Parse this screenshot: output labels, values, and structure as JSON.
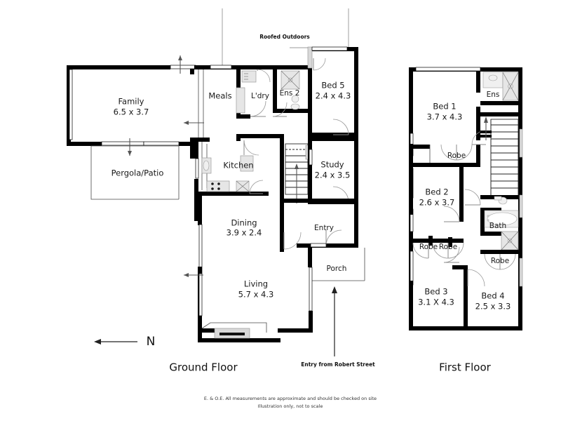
{
  "document": {
    "type": "real-estate-floor-plan",
    "disclaimer_line1": "E. & O.E. All measurements are approximate and should be checked on site",
    "disclaimer_line2": "Illustration only, not to scale",
    "compass_label": "N",
    "compass_direction": "left"
  },
  "annotations": {
    "roofed_outdoors": "Roofed Outdoors",
    "entry_from_street": "Entry from Robert Street"
  },
  "floors": [
    {
      "id": "ground-floor",
      "title": "Ground Floor",
      "rooms": [
        {
          "id": "family",
          "name": "Family",
          "dimensions": "6.5 x 3.7"
        },
        {
          "id": "pergola-patio",
          "name": "Pergola/Patio",
          "dimensions": ""
        },
        {
          "id": "meals",
          "name": "Meals",
          "dimensions": ""
        },
        {
          "id": "laundry",
          "name": "L'dry",
          "dimensions": ""
        },
        {
          "id": "ensuite-2",
          "name": "Ens 2",
          "dimensions": ""
        },
        {
          "id": "bed-5",
          "name": "Bed 5",
          "dimensions": "2.4 x 4.3"
        },
        {
          "id": "kitchen",
          "name": "Kitchen",
          "dimensions": ""
        },
        {
          "id": "study",
          "name": "Study",
          "dimensions": "2.4 x 3.5"
        },
        {
          "id": "dining",
          "name": "Dining",
          "dimensions": "3.9 x 2.4"
        },
        {
          "id": "entry",
          "name": "Entry",
          "dimensions": ""
        },
        {
          "id": "living",
          "name": "Living",
          "dimensions": "5.7 x 4.3"
        },
        {
          "id": "porch",
          "name": "Porch",
          "dimensions": ""
        }
      ]
    },
    {
      "id": "first-floor",
      "title": "First Floor",
      "rooms": [
        {
          "id": "bed-1",
          "name": "Bed 1",
          "dimensions": "3.7 x 4.3"
        },
        {
          "id": "ensuite",
          "name": "Ens",
          "dimensions": ""
        },
        {
          "id": "robe-1",
          "name": "Robe",
          "dimensions": ""
        },
        {
          "id": "bed-2",
          "name": "Bed 2",
          "dimensions": "2.6 x 3.7"
        },
        {
          "id": "robe-2",
          "name": "Robe",
          "dimensions": ""
        },
        {
          "id": "robe-3",
          "name": "Robe",
          "dimensions": ""
        },
        {
          "id": "bath",
          "name": "Bath",
          "dimensions": ""
        },
        {
          "id": "robe-4",
          "name": "Robe",
          "dimensions": ""
        },
        {
          "id": "bed-3",
          "name": "Bed 3",
          "dimensions": "3.1 X 4.3"
        },
        {
          "id": "bed-4",
          "name": "Bed 4",
          "dimensions": "2.5 x 3.3"
        }
      ]
    }
  ],
  "colors": {
    "wall": "#000000",
    "background": "#ffffff",
    "text": "#1a1a1a",
    "fixture": "#e6e6e6"
  }
}
